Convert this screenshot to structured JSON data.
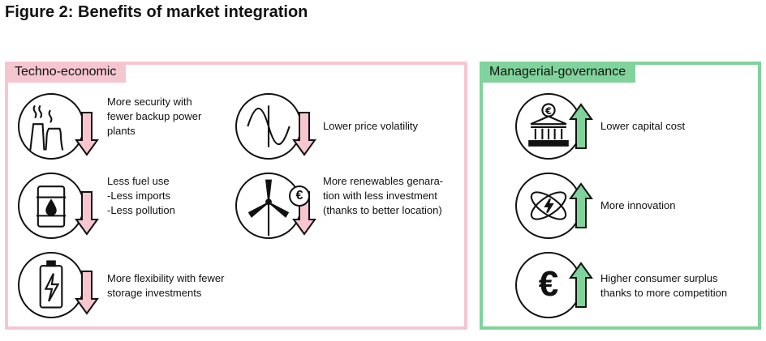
{
  "title": "Figure 2: Benefits of market integration",
  "techno": {
    "tag": "Techno-economic",
    "items": [
      {
        "lines": [
          "More security with",
          "fewer backup power",
          "plants"
        ],
        "icon": "power-plant-icon"
      },
      {
        "lines": [
          "Lower price volatility"
        ],
        "icon": "sine-wave-icon"
      },
      {
        "lines": [
          "Less fuel use",
          " -Less imports",
          " -Less pollution"
        ],
        "icon": "oil-barrel-icon"
      },
      {
        "lines": [
          "More renewables genara-",
          "tion with less investment",
          "(thanks to better location)"
        ],
        "icon": "wind-turbine-icon"
      },
      {
        "lines": [
          "More flexibility with fewer",
          "storage investments"
        ],
        "icon": "battery-icon"
      }
    ]
  },
  "managerial": {
    "tag": "Managerial-governance",
    "items": [
      {
        "lines": [
          "Lower capital cost"
        ],
        "icon": "bank-icon"
      },
      {
        "lines": [
          "More innovation"
        ],
        "icon": "atom-icon"
      },
      {
        "lines": [
          "Higher consumer surplus",
          "thanks to more competition"
        ],
        "icon": "euro-icon"
      }
    ]
  },
  "euro_symbol": "€",
  "colors": {
    "pink": "#f6c6d0",
    "green": "#7fd39b",
    "arrow_down": "#f9c6cf",
    "arrow_up": "#7fd39b"
  }
}
